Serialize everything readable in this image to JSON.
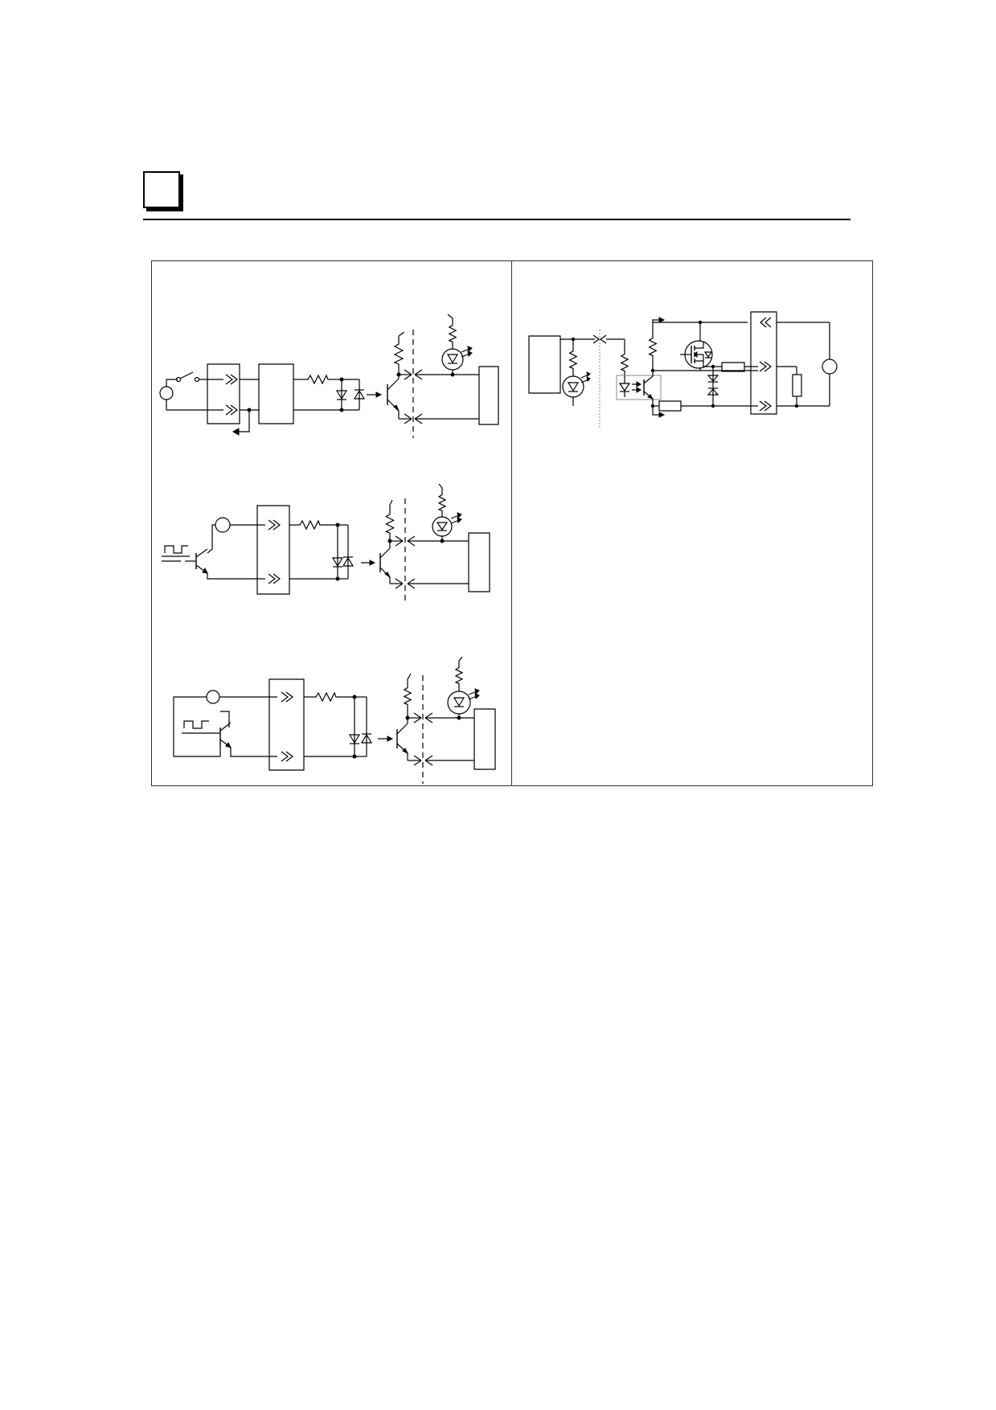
{
  "page": {
    "chapter_marker": "",
    "header_rule": true
  },
  "figure": {
    "panels": [
      {
        "name": "input-circuit-contact-switch",
        "components": [
          "dc-source",
          "switch",
          "connector-block",
          "filter-block",
          "resistor",
          "diode-pair",
          "phototransistor",
          "pull-up-resistor",
          "led-indicator",
          "output-module"
        ]
      },
      {
        "name": "input-circuit-npn-pulse",
        "components": [
          "dc-source",
          "npn-transistor",
          "pulse-signal",
          "connector-block",
          "resistor",
          "diode-pair",
          "phototransistor",
          "pull-up-resistor",
          "led-indicator",
          "output-module"
        ]
      },
      {
        "name": "input-circuit-pulse-source",
        "components": [
          "dc-source",
          "npn-transistor",
          "pulse-signal",
          "connector-block",
          "resistor",
          "diode-pair",
          "phototransistor",
          "pull-up-resistor",
          "led-indicator",
          "output-module"
        ]
      },
      {
        "name": "output-circuit-mosfet",
        "components": [
          "logic-block",
          "pull-up-resistor",
          "led-indicator",
          "optocoupler",
          "mosfet",
          "zener-diode",
          "resistor",
          "connector-block",
          "load",
          "dc-source"
        ]
      }
    ]
  }
}
